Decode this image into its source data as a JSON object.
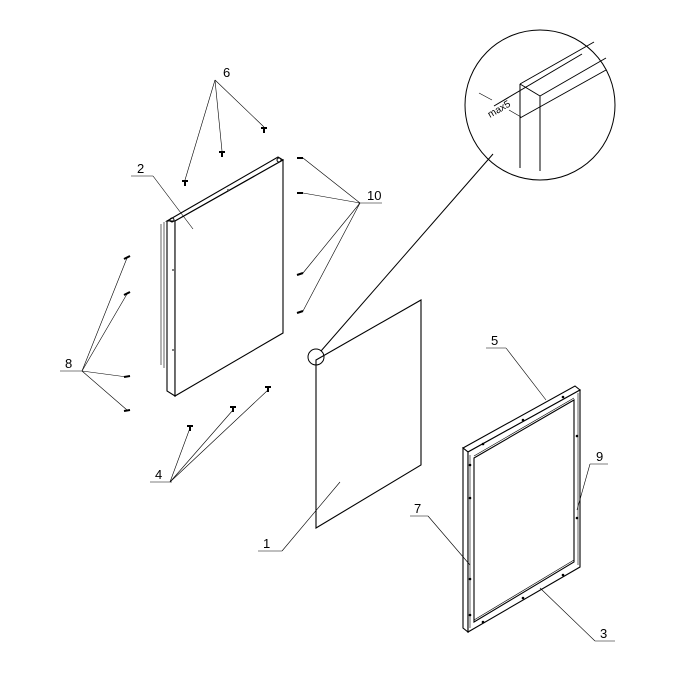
{
  "drawing": {
    "part_labels": {
      "glass_panel": "1",
      "side_panel": "2",
      "frame_bottom": "3",
      "screws_bottom": "4",
      "frame_top": "5",
      "screws_top": "6",
      "frame_left": "7",
      "screws_left": "8",
      "frame_right": "9",
      "screws_right": "10"
    },
    "detail": {
      "dimension_text": "max5"
    }
  }
}
